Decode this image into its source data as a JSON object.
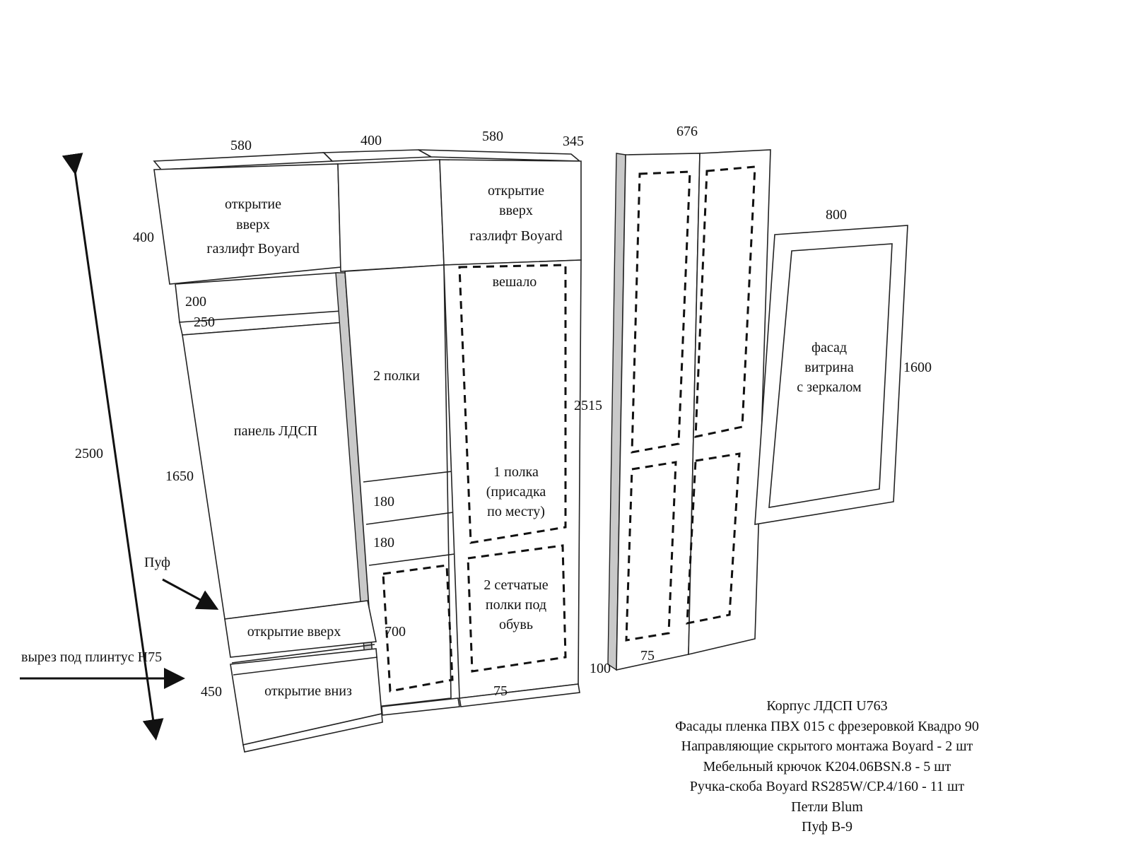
{
  "dimensions": {
    "top_left_width": "580",
    "top_mid_width": "400",
    "top_right_width": "580",
    "depth": "345",
    "door_width": "676",
    "mirror_width": "800",
    "mezzanine_height": "400",
    "shelf_gap": "200",
    "hook_shelf": "250",
    "total_height": "2500",
    "panel_height": "1650",
    "pouf_height": "450",
    "shelf_180_a": "180",
    "shelf_180_b": "180",
    "lower_compartment": "700",
    "plinth_right": "75",
    "door_height": "2515",
    "door_gap": "100",
    "door_plinth": "75",
    "mirror_height": "1600"
  },
  "labels": {
    "left_top_line1": "открытие",
    "left_top_line2": "вверх",
    "left_top_line3": "газлифт Boyard",
    "right_top_line1": "открытие",
    "right_top_line2": "вверх",
    "right_top_line3": "газлифт Boyard",
    "hanger": "вешало",
    "two_shelves": "2 полки",
    "panel": "панель ЛДСП",
    "one_shelf_line1": "1 полка",
    "one_shelf_line2": "(присадка",
    "one_shelf_line3": "по месту)",
    "shoe_line1": "2 сетчатые",
    "shoe_line2": "полки под",
    "shoe_line3": "обувь",
    "pouf": "Пуф",
    "opening_up": "открытие вверх",
    "opening_down": "открытие вниз",
    "plinth_cutout": "вырез под плинтус Н75",
    "mirror_line1": "фасад",
    "mirror_line2": "витрина",
    "mirror_line3": "с зеркалом"
  },
  "notes": [
    "Корпус ЛДСП U763",
    "Фасады пленка ПВХ 015 с фрезеровкой Квадро 90",
    "Направляющие скрытого монтажа Boyard - 2 шт",
    "Мебельный крючок К204.06BSN.8 - 5 шт",
    "Ручка-скоба Boyard RS285W/CP.4/160 - 11 шт",
    "Петли Blum",
    "Пуф В-9"
  ]
}
